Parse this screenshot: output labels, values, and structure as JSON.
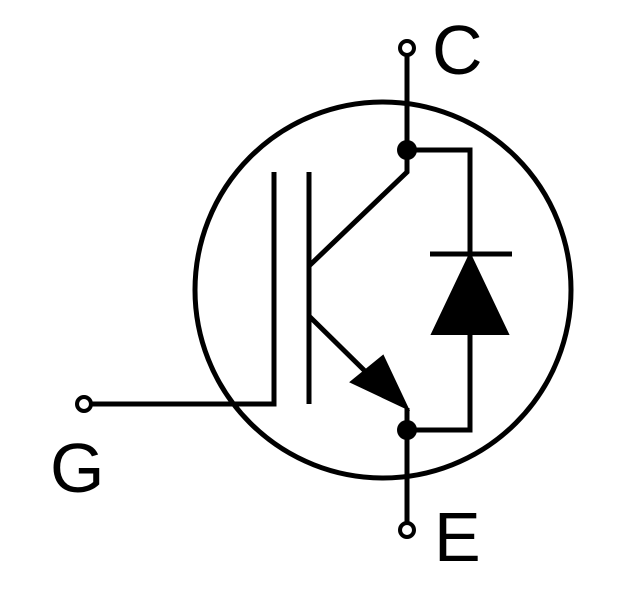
{
  "symbol": {
    "icon": "igbt-with-diode-icon",
    "stroke_color": "#000000",
    "background_color": "#ffffff"
  },
  "terminals": {
    "collector": "C",
    "gate": "G",
    "emitter": "E"
  }
}
